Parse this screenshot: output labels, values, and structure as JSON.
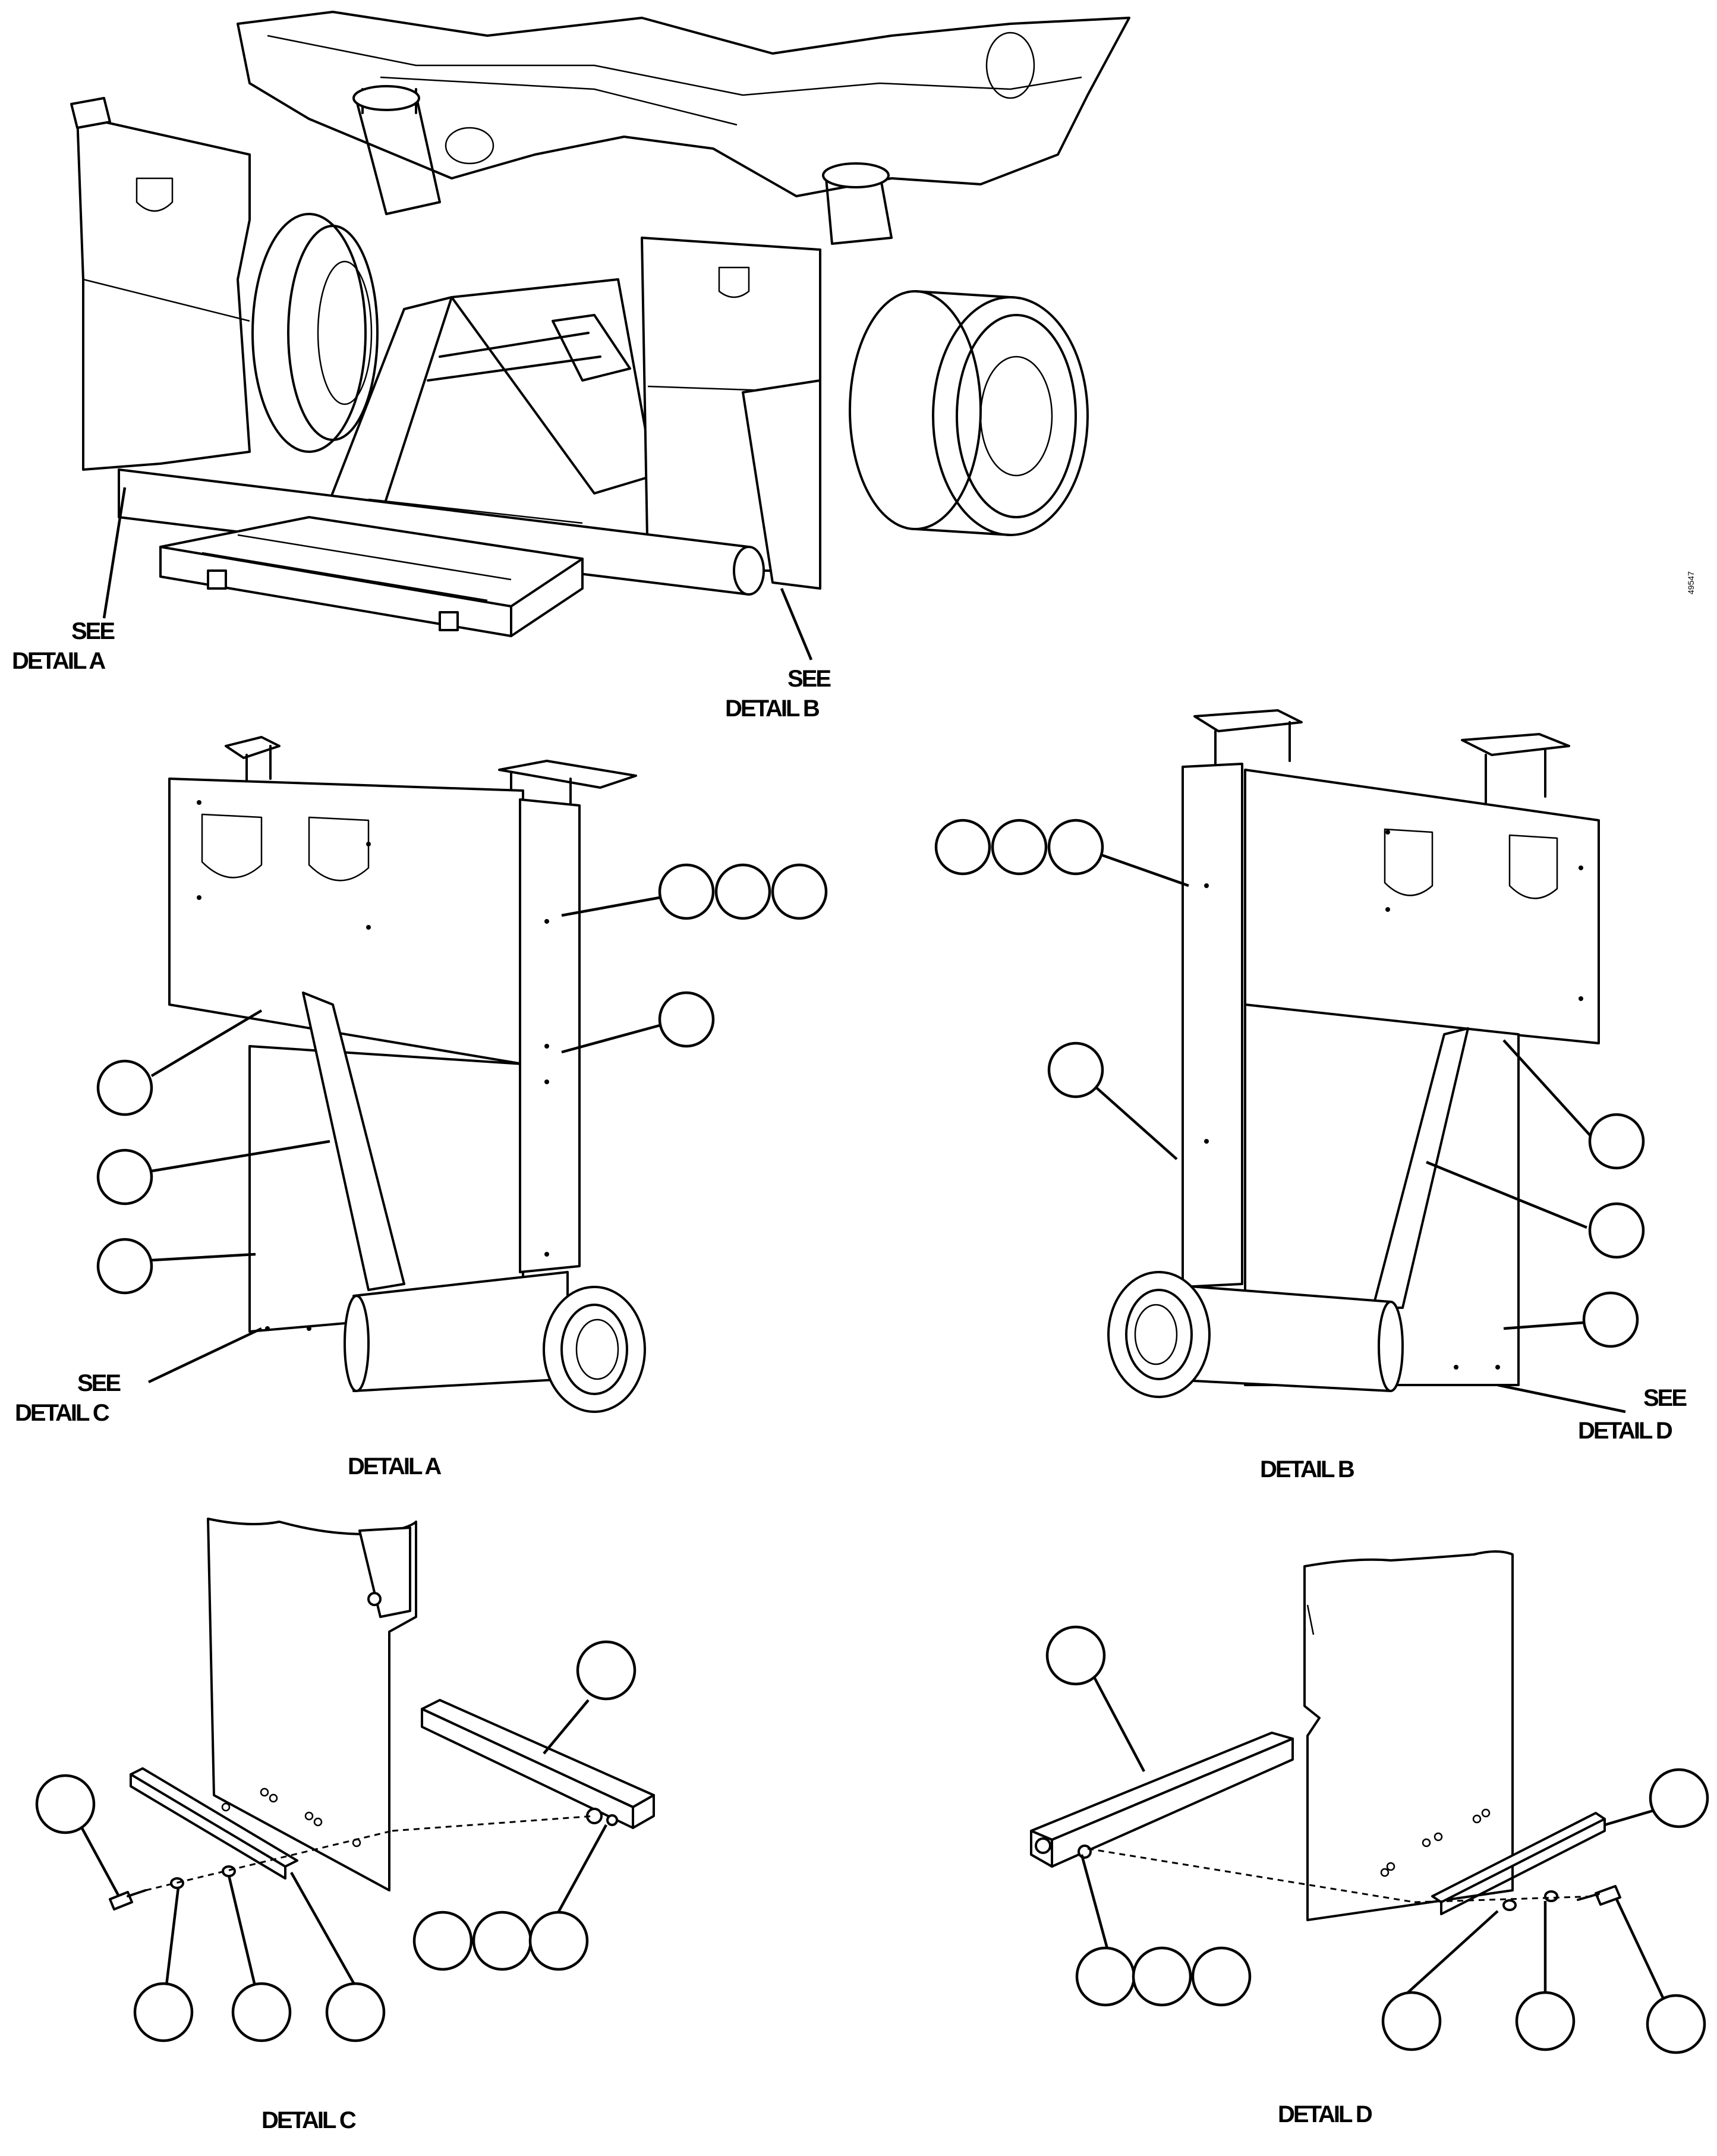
{
  "figure": {
    "id_mark": "49547"
  },
  "main_view": {
    "see_a": "SEE",
    "ref_a": "DETAIL A",
    "see_b": "SEE",
    "ref_b": "DETAIL B"
  },
  "detail_a": {
    "caption": "DETAIL A",
    "see_c": "SEE",
    "ref_c": "DETAIL C"
  },
  "detail_b": {
    "caption": "DETAIL B",
    "see_d": "SEE",
    "ref_d": "DETAIL D"
  },
  "detail_c": {
    "caption": "DETAIL C"
  },
  "detail_d": {
    "caption": "DETAIL D"
  }
}
